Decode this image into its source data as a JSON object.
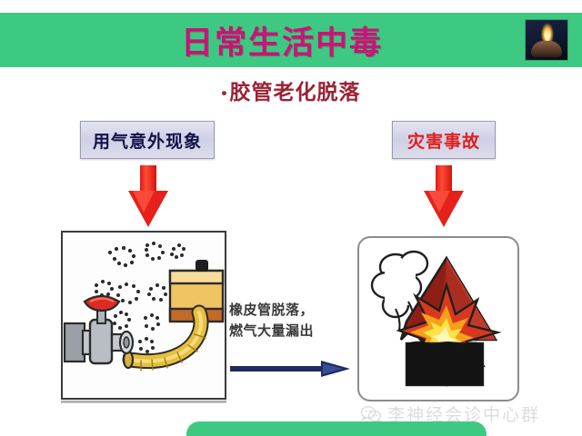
{
  "slide": {
    "title": "日常生活中毒",
    "subtitle_bullet": "•",
    "subtitle": "胶管老化脱落",
    "thumbnail_name": "candle-in-hands-photo"
  },
  "colors": {
    "banner_green": "#3ec983",
    "title_magenta": "#cc1277",
    "subtitle_maroon": "#9c2235",
    "label_box_fill": "#cfd0e6",
    "label_left_text": "#13134a",
    "label_right_text": "#e02020",
    "red_arrow": "#e6201a",
    "blue_arrow": "#1d2b63"
  },
  "diagram": {
    "left_label": "用气意外现象",
    "right_label": "灾害事故",
    "middle_caption_line1": "橡皮管脱落，",
    "middle_caption_line2": "燃气大量漏出",
    "left_illustration": "gas-valve-detached-hose-leak-illustration",
    "right_illustration": "house-explosion-fire-illustration",
    "arrow_left": "red-down-arrow",
    "arrow_right": "red-down-arrow",
    "arrow_middle": "blue-right-arrow"
  },
  "footer": {
    "watermark_icon": "wechat-icon",
    "watermark_text": "李神经会诊中心群"
  }
}
